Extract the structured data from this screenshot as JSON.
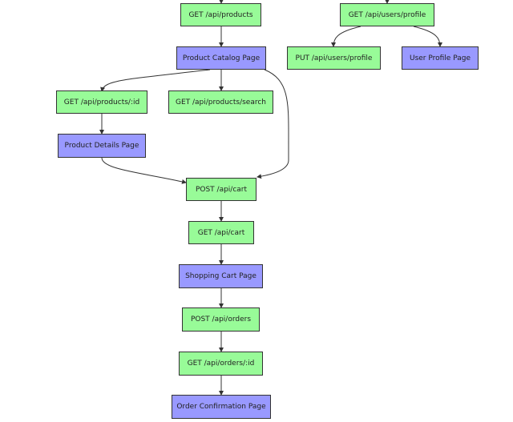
{
  "colors": {
    "api": "#98fb98",
    "page": "#9999ff",
    "edge": "#333333"
  },
  "nodes": {
    "get_products": "GET /api/products",
    "product_catalog": "Product Catalog Page",
    "get_product_id": "GET /api/products/:id",
    "get_product_search": "GET /api/products/search",
    "product_details": "Product Details Page",
    "post_cart": "POST /api/cart",
    "get_cart": "GET /api/cart",
    "shopping_cart": "Shopping Cart Page",
    "post_orders": "POST /api/orders",
    "get_order_id": "GET /api/orders/:id",
    "order_confirmation": "Order Confirmation Page",
    "get_user_profile": "GET /api/users/profile",
    "put_user_profile": "PUT /api/users/profile",
    "user_profile": "User Profile Page"
  }
}
